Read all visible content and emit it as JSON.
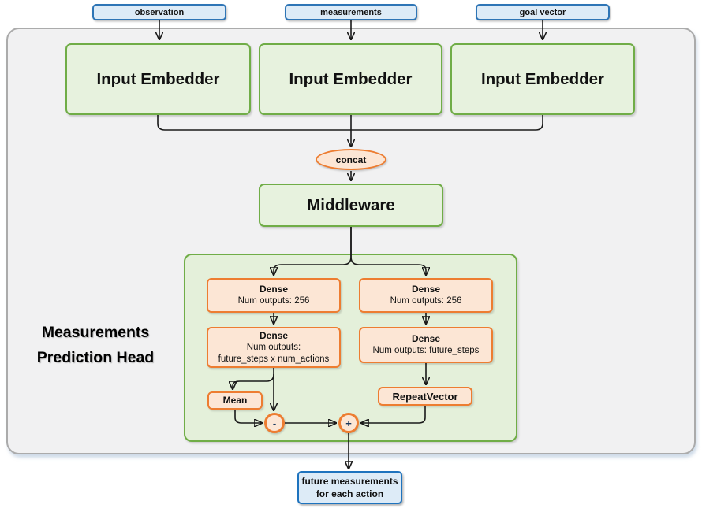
{
  "diagram": {
    "inputs": [
      "observation",
      "measurements",
      "goal vector"
    ],
    "embedders": [
      "Input Embedder",
      "Input Embedder",
      "Input Embedder"
    ],
    "concat": "concat",
    "middleware": "Middleware",
    "head": {
      "title": [
        "Measurements",
        "Prediction Head"
      ],
      "dense_l1": {
        "title": "Dense",
        "line2": "Num outputs: 256"
      },
      "dense_r1": {
        "title": "Dense",
        "line2": "Num outputs: 256"
      },
      "dense_l2": {
        "title": "Dense",
        "line2": "Num outputs:",
        "line3": "future_steps x num_actions"
      },
      "dense_r2": {
        "title": "Dense",
        "line2": "Num outputs: future_steps"
      },
      "mean": "Mean",
      "repeat_vector": "RepeatVector",
      "minus": "-",
      "plus": "+"
    },
    "output": [
      "future measurements",
      "for each action"
    ],
    "colors": {
      "blue_border": "#2E75B6",
      "blue_fill": "#DDEBF7",
      "green_border": "#70AD47",
      "green_fill": "#E7F2DE",
      "head_fill": "#E4F0DA",
      "orange_border": "#ED7D31",
      "orange_fill": "#FCE6D5",
      "frame_fill": "#F1F1F2",
      "frame_border": "#ABABAB",
      "arrow": "#1A1A1A"
    }
  }
}
